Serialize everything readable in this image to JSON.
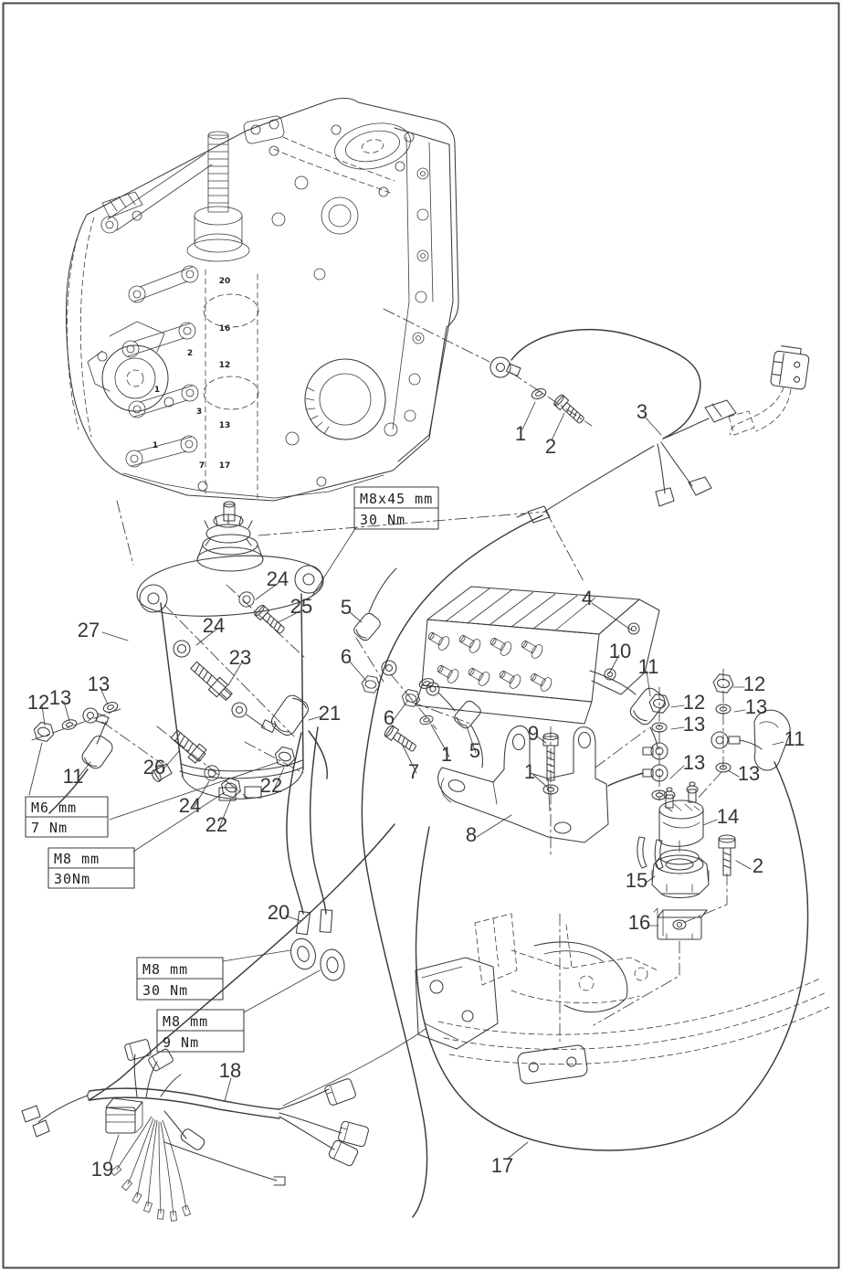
{
  "page": {
    "background": "#ffffff",
    "line_color": "#3b3b3b",
    "border_color": "#4a4a4a",
    "description_labels_only": "exploded parts diagram, electrical / starter components"
  },
  "torque_boxes": [
    {
      "line1": "M8x45 mm",
      "line2": "30 Nm"
    },
    {
      "line1": "M6 mm",
      "line2": "7 Nm"
    },
    {
      "line1": "M8 mm",
      "line2": "30Nm"
    },
    {
      "line1": "M8 mm",
      "line2": "30 Nm"
    },
    {
      "line1": "M8 mm",
      "line2": "9 Nm"
    }
  ],
  "callouts": [
    "1",
    "2",
    "3",
    "4",
    "5",
    "6",
    "6",
    "1",
    "5",
    "7",
    "9",
    "1",
    "8",
    "10",
    "11",
    "12",
    "13",
    "12",
    "13",
    "13",
    "13",
    "11",
    "14",
    "2",
    "15",
    "16",
    "17",
    "18",
    "19",
    "20",
    "21",
    "22",
    "22",
    "24",
    "26",
    "11",
    "12",
    "13",
    "13",
    "27",
    "24",
    "24",
    "25",
    "23"
  ],
  "engine_position_labels": [
    "20",
    "16",
    "2",
    "12",
    "1",
    "3",
    "13",
    "1",
    "7",
    "17"
  ]
}
